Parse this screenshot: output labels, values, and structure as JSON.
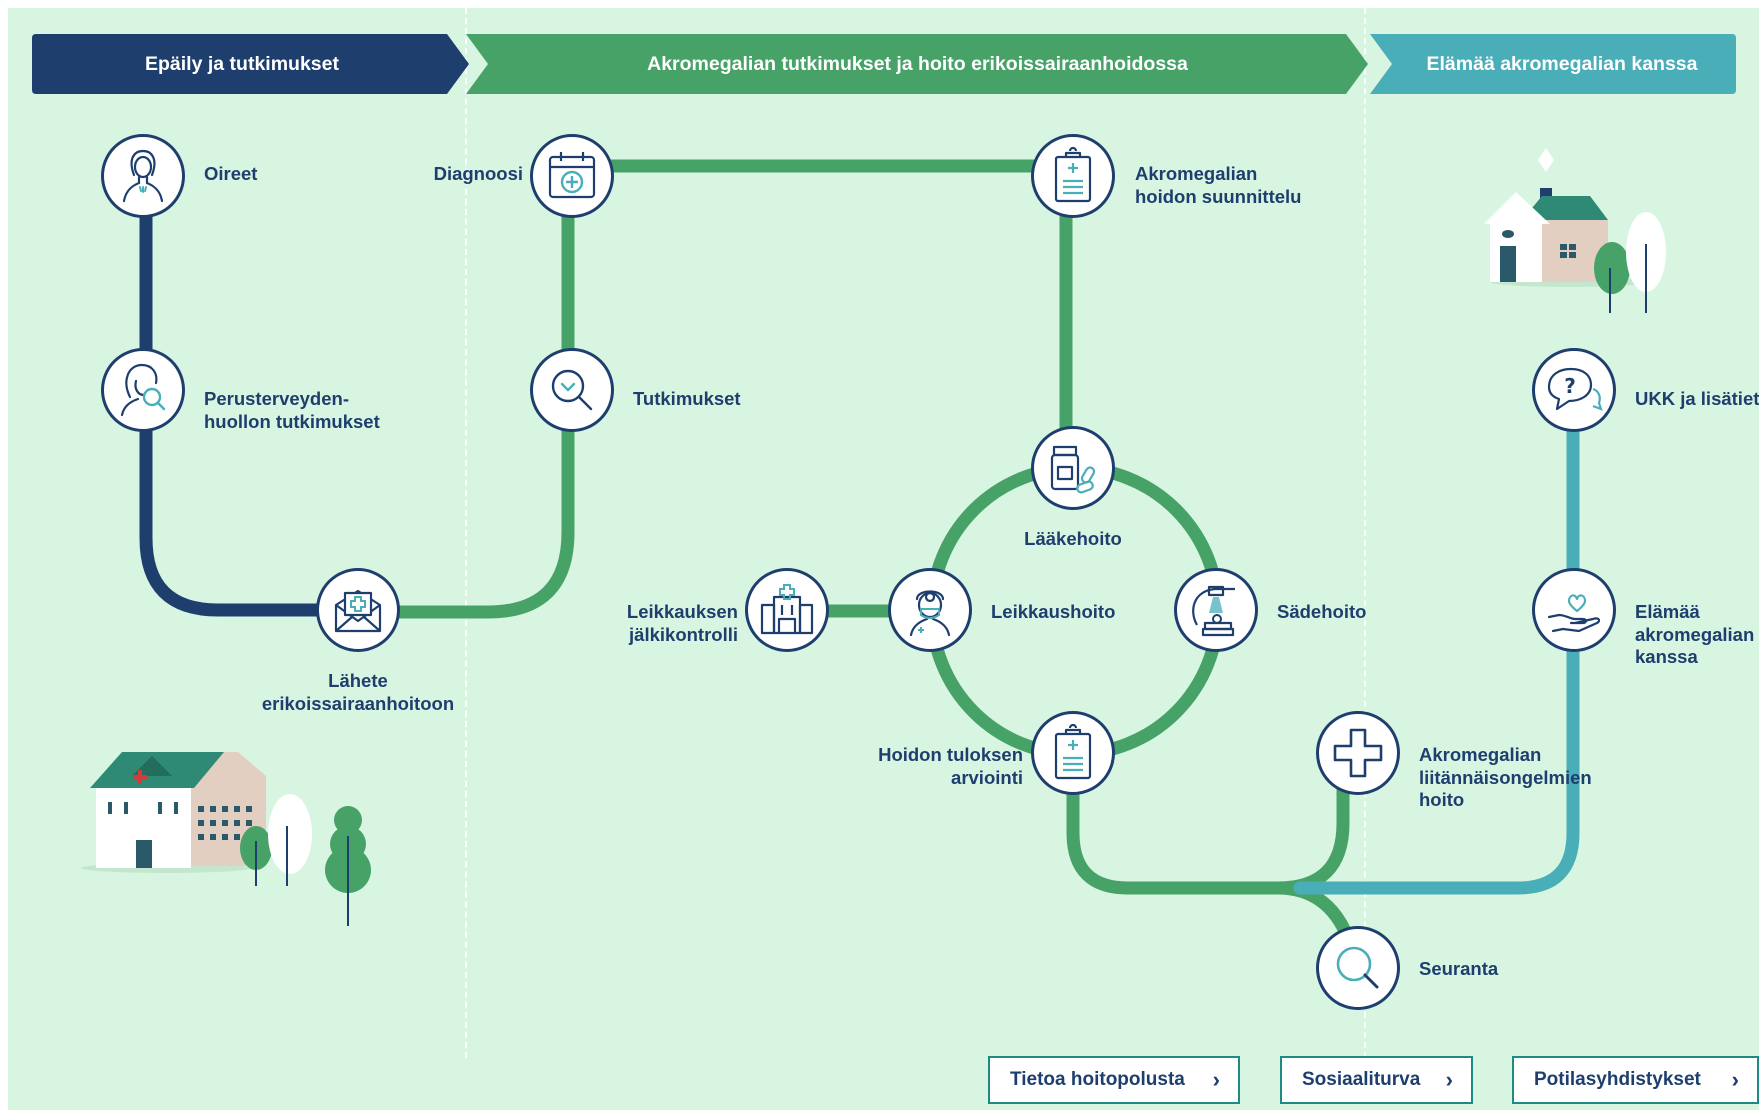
{
  "colors": {
    "background": "#d8f5e2",
    "navy": "#1e3f6e",
    "green": "#47a267",
    "teal": "#4aaeb9",
    "button_border": "#1d8a86"
  },
  "banners": [
    {
      "label": "Epäily ja tutkimukset",
      "color": "#1e3f6e"
    },
    {
      "label": "Akromegalian tutkimukset ja hoito erikoissairaanhoidossa",
      "color": "#47a267"
    },
    {
      "label": "Elämää akromegalian kanssa",
      "color": "#4aaeb9"
    }
  ],
  "steps": {
    "oireet": {
      "label": "Oireet",
      "icon": "woman-symptoms-icon"
    },
    "perusterveydenhuolto": {
      "label": "Perusterveyden-\nhuollon tutkimukset",
      "icon": "woman-magnifier-icon"
    },
    "lahete": {
      "label": "Lähete\nerikoissairaanhoitoon",
      "icon": "referral-envelope-icon"
    },
    "diagnoosi": {
      "label": "Diagnoosi",
      "icon": "calendar-plus-icon"
    },
    "tutkimukset": {
      "label": "Tutkimukset",
      "icon": "magnifier-check-icon"
    },
    "suunnittelu": {
      "label": "Akromegalian\nhoidon suunnittelu",
      "icon": "clipboard-icon"
    },
    "laakehoito": {
      "label": "Lääkehoito",
      "icon": "medicine-bottle-icon"
    },
    "leikkaushoito": {
      "label": "Leikkaushoito",
      "icon": "surgeon-icon"
    },
    "sadehoito": {
      "label": "Sädehoito",
      "icon": "radiotherapy-icon"
    },
    "jalkikontrolli": {
      "label": "Leikkauksen\njälkikontrolli",
      "icon": "hospital-building-icon"
    },
    "arviointi": {
      "label": "Hoidon tuloksen\narviointi",
      "icon": "clipboard-icon"
    },
    "liitannaisongelmat": {
      "label": "Akromegalian\nliitännäisongelmien\nhoito",
      "icon": "medical-cross-icon"
    },
    "seuranta": {
      "label": "Seuranta",
      "icon": "magnifier-icon"
    },
    "ukk": {
      "label": "UKK ja lisätietoa",
      "icon": "question-bubble-icon"
    },
    "elamaa": {
      "label": "Elämää\nakromegalian\nkanssa",
      "icon": "heart-hand-icon"
    }
  },
  "buttons": [
    {
      "label": "Tietoa hoitopolusta",
      "icon": "chevron-right-icon"
    },
    {
      "label": "Sosiaaliturva",
      "icon": "chevron-right-icon"
    },
    {
      "label": "Potilasyhdistykset",
      "icon": "chevron-right-icon"
    }
  ]
}
